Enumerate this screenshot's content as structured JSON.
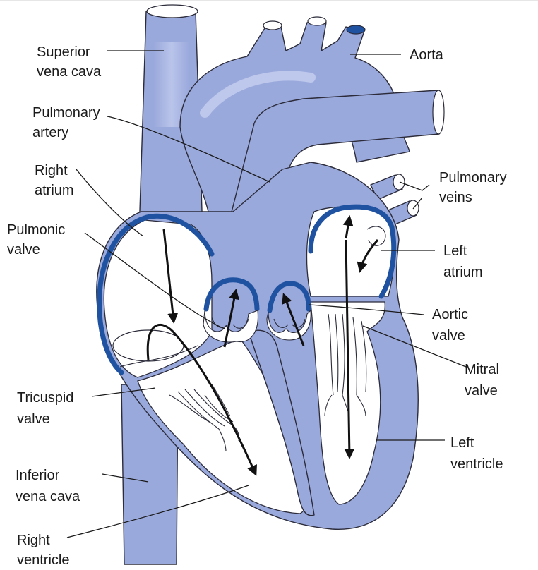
{
  "diagram": {
    "labels": {
      "superior_vena_cava": [
        "Superior",
        "vena cava"
      ],
      "aorta": [
        "Aorta"
      ],
      "pulmonary_artery": [
        "Pulmonary",
        "artery"
      ],
      "right_atrium": [
        "Right",
        "atrium"
      ],
      "pulmonary_veins": [
        "Pulmonary",
        "veins"
      ],
      "pulmonic_valve": [
        "Pulmonic",
        "valve"
      ],
      "left_atrium": [
        "Left",
        "atrium"
      ],
      "aortic_valve": [
        "Aortic",
        "valve"
      ],
      "mitral_valve": [
        "Mitral",
        "valve"
      ],
      "tricuspid_valve": [
        "Tricuspid",
        "valve"
      ],
      "left_ventricle": [
        "Left",
        "ventricle"
      ],
      "inferior_vena_cava": [
        "Inferior",
        "vena cava"
      ],
      "right_ventricle": [
        "Right",
        "ventricle"
      ]
    },
    "colors": {
      "tissue": "#9aa9dc",
      "valve_rim": "#1f52a0",
      "outline": "#2b2b3a",
      "text": "#1a1a1a"
    }
  }
}
